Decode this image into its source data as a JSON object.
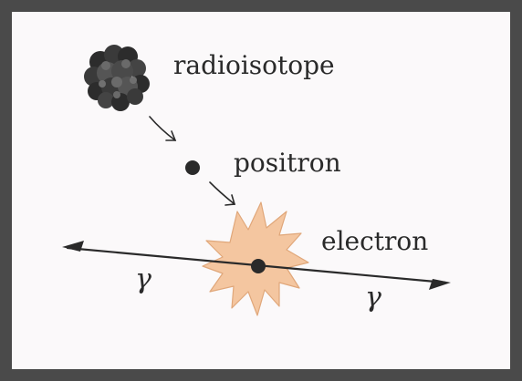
{
  "labels": {
    "radioisotope": "radioisotope",
    "positron": "positron",
    "electron": "electron",
    "gamma_left": "γ",
    "gamma_right": "γ"
  },
  "colors": {
    "frame": "#4a4a4a",
    "background": "#fbf9fa",
    "ink": "#2a2a2a",
    "annihilation_fill": "#f4c6a0",
    "annihilation_stroke": "#e0a77a",
    "nucleus_dark": "#2c2c2c",
    "nucleus_mid": "#4a4a4a",
    "nucleus_light": "#6a6a6a"
  },
  "icons": {
    "nucleus": "radioisotope-cluster-icon",
    "burst": "annihilation-burst-icon"
  }
}
